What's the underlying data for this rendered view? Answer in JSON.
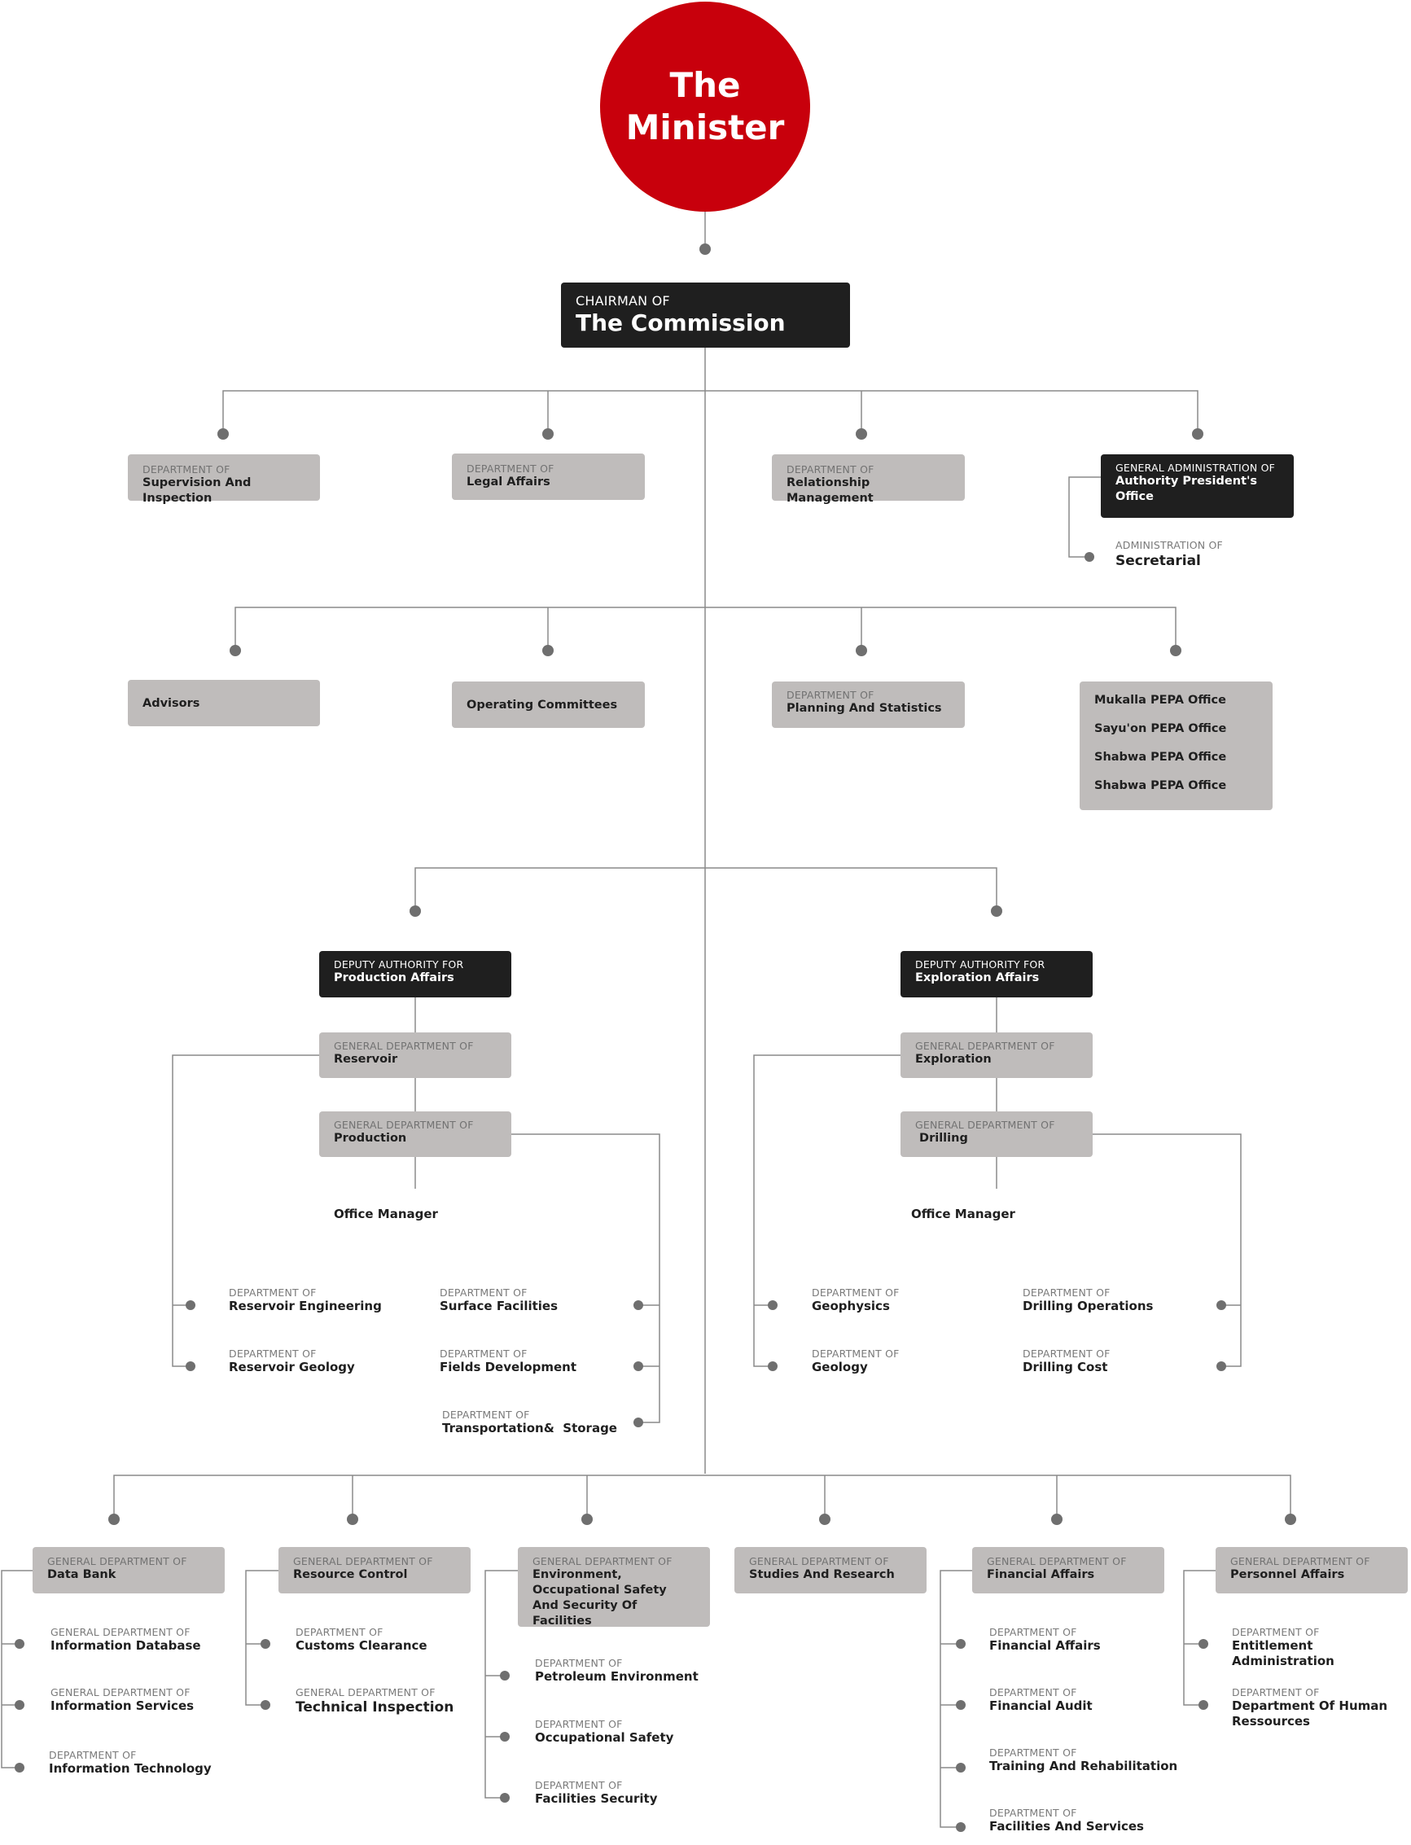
{
  "minister": {
    "line1": "The",
    "line2": "Minister"
  },
  "chairman": {
    "pre": "CHAIRMAN OF",
    "name": "The Commission"
  },
  "row1": {
    "supervision": {
      "pre": "DEPARTMENT OF",
      "name": "Supervision And Inspection"
    },
    "legal": {
      "pre": "DEPARTMENT OF",
      "name": "Legal Affairs"
    },
    "relationship": {
      "pre": "DEPARTMENT OF",
      "name": "Relationship Management"
    },
    "president_office": {
      "pre": "GENERAL ADMINISTRATION OF",
      "name": "Authority President's Office"
    },
    "secretarial": {
      "pre": "ADMINISTRATION OF",
      "name": "Secretarial"
    }
  },
  "row2": {
    "advisors": {
      "name": "Advisors"
    },
    "committees": {
      "name": "Operating Committees"
    },
    "planning": {
      "pre": "DEPARTMENT OF",
      "name": "Planning And Statistics"
    },
    "offices": [
      "Mukalla PEPA Office",
      "Sayu'on PEPA Office",
      "Shabwa PEPA Office",
      "Shabwa PEPA Office"
    ]
  },
  "production": {
    "deputy": {
      "pre": "DEPUTY AUTHORITY FOR",
      "name": "Production Affairs"
    },
    "reservoir": {
      "pre": "GENERAL DEPARTMENT OF",
      "name": "Reservoir"
    },
    "production": {
      "pre": "GENERAL DEPARTMENT OF",
      "name": "Production"
    },
    "office_manager": "Office Manager",
    "depts": [
      {
        "pre": "DEPARTMENT OF",
        "name": "Reservoir Engineering"
      },
      {
        "pre": "DEPARTMENT OF",
        "name": "Reservoir Geology"
      },
      {
        "pre": "DEPARTMENT OF",
        "name": "Surface Facilities"
      },
      {
        "pre": "DEPARTMENT OF",
        "name": "Fields Development"
      },
      {
        "pre": "DEPARTMENT OF",
        "name": "Transportation&  Storage"
      }
    ]
  },
  "exploration": {
    "deputy": {
      "pre": "DEPUTY AUTHORITY FOR",
      "name": "Exploration Affairs"
    },
    "exploration": {
      "pre": "GENERAL DEPARTMENT OF",
      "name": "Exploration"
    },
    "drilling": {
      "pre": "GENERAL DEPARTMENT OF",
      "name": " Drilling"
    },
    "office_manager": "Office Manager",
    "depts": [
      {
        "pre": "DEPARTMENT OF",
        "name": "Geophysics"
      },
      {
        "pre": "DEPARTMENT OF",
        "name": "Geology"
      },
      {
        "pre": "DEPARTMENT OF",
        "name": "Drilling Operations"
      },
      {
        "pre": "DEPARTMENT OF",
        "name": "Drilling Cost"
      }
    ]
  },
  "bottom": {
    "data_bank": {
      "pre": "GENERAL DEPARTMENT OF",
      "name": "Data Bank",
      "subs": [
        {
          "pre": "GENERAL DEPARTMENT OF",
          "name": "Information Database"
        },
        {
          "pre": "GENERAL DEPARTMENT OF",
          "name": "Information Services"
        },
        {
          "pre": "DEPARTMENT OF",
          "name": "Information Technology"
        }
      ]
    },
    "resource_control": {
      "pre": "GENERAL DEPARTMENT OF",
      "name": "Resource Control",
      "subs": [
        {
          "pre": "DEPARTMENT OF",
          "name": "Customs Clearance"
        },
        {
          "pre": "GENERAL DEPARTMENT OF",
          "name": "Technical Inspection"
        }
      ]
    },
    "environment": {
      "pre": "GENERAL DEPARTMENT OF",
      "name": "Environment, Occupational Safety And Security Of Facilities",
      "subs": [
        {
          "pre": "DEPARTMENT OF",
          "name": "Petroleum Environment"
        },
        {
          "pre": "DEPARTMENT OF",
          "name": "Occupational Safety"
        },
        {
          "pre": "DEPARTMENT OF",
          "name": "Facilities Security"
        }
      ]
    },
    "studies": {
      "pre": "GENERAL DEPARTMENT OF",
      "name": "Studies And Research"
    },
    "financial": {
      "pre": "GENERAL DEPARTMENT OF",
      "name": "Financial Affairs",
      "subs": [
        {
          "pre": "DEPARTMENT OF",
          "name": "Financial Affairs"
        },
        {
          "pre": "DEPARTMENT OF",
          "name": "Financial Audit"
        },
        {
          "pre": "DEPARTMENT OF",
          "name": "Training And Rehabilitation"
        },
        {
          "pre": "DEPARTMENT OF",
          "name": "Facilities And Services"
        }
      ]
    },
    "personnel": {
      "pre": "GENERAL DEPARTMENT OF",
      "name": "Personnel Affairs",
      "subs": [
        {
          "pre": "DEPARTMENT OF",
          "name": "Entitlement Administration"
        },
        {
          "pre": "DEPARTMENT OF",
          "name": "Department Of Human Ressources"
        }
      ]
    }
  }
}
